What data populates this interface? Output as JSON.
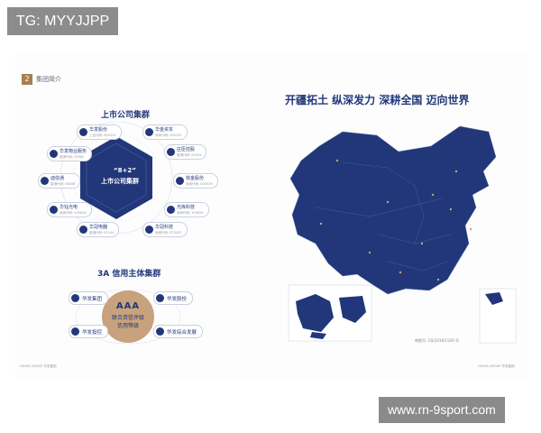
{
  "watermark_tag": "TG: MYYJJPP",
  "site_badge": "www.rn-9sport.com",
  "section": {
    "badge": "2",
    "label": "集团简介"
  },
  "listed": {
    "title": "上市公司集群",
    "center_line1": "“8+2”",
    "center_line2": "上市公司集群",
    "companies": [
      {
        "name": "华发股份",
        "code": "上证代码: 600325"
      },
      {
        "name": "华金资本",
        "code": "深圳代码: 000532"
      },
      {
        "name": "华发物业服务",
        "code": "香港代码: 00982"
      },
      {
        "name": "庄臣控股",
        "code": "香港代码: 01955"
      },
      {
        "name": "迪信通",
        "code": "香港代码: 06188"
      },
      {
        "name": "铧金股份",
        "code": "深圳代码: 000529"
      },
      {
        "name": "华钰光电",
        "code": "深圳代码: 000628"
      },
      {
        "name": "光库科技",
        "code": "深圳代码: 300620"
      },
      {
        "name": "华冠电器",
        "code": "香港代码: 01100"
      },
      {
        "name": "华冠科技",
        "code": "深圳代码: 870457"
      }
    ]
  },
  "credit": {
    "title": "3A 信用主体集群",
    "badge_main": "AAA",
    "badge_sub1": "联合资信评级",
    "badge_sub2": "信用等级",
    "entities": [
      "华发集团",
      "华发股份",
      "华发投控",
      "华发综合发展"
    ]
  },
  "map": {
    "headline": "开疆拓土 纵深发力 深耕全国 迈向世界",
    "note": "审图号: GS(2016)1549 号",
    "color": "#213779"
  },
  "footers": {
    "left": "HUAFA GROUP 华发集团",
    "right": "HUAFA GROUP 华发集团"
  }
}
